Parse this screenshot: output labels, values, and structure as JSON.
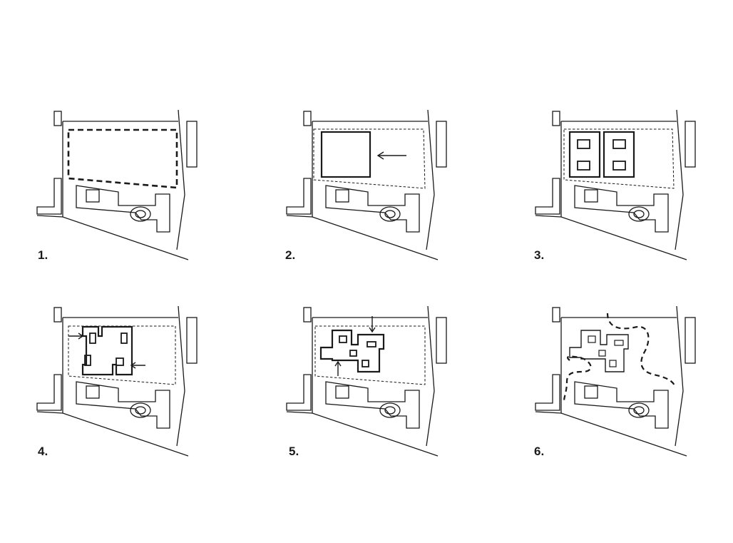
{
  "steps": [
    {
      "label": "1."
    },
    {
      "label": "2."
    },
    {
      "label": "3."
    },
    {
      "label": "4."
    },
    {
      "label": "5."
    },
    {
      "label": "6."
    }
  ]
}
